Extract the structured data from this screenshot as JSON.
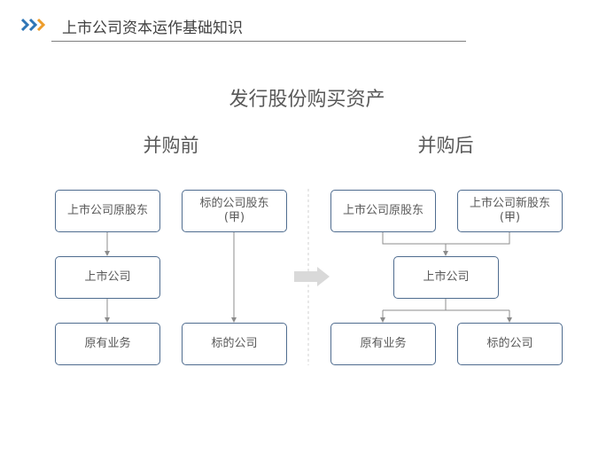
{
  "header": {
    "title": "上市公司资本运作基础知识",
    "chevron_colors": [
      "#2e75b6",
      "#2e75b6",
      "#ed9d2b"
    ]
  },
  "main_title": "发行股份购买资产",
  "before": {
    "title": "并购前",
    "boxes": {
      "shareholders": "上市公司原股东",
      "target_shareholder": "标的公司股东\n(甲)",
      "listed_company": "上市公司",
      "original_business": "原有业务",
      "target_company": "标的公司"
    }
  },
  "after": {
    "title": "并购后",
    "boxes": {
      "original_shareholders": "上市公司原股东",
      "new_shareholder": "上市公司新股东\n(甲)",
      "listed_company": "上市公司",
      "original_business": "原有业务",
      "target_company": "标的公司"
    }
  },
  "colors": {
    "box_border": "#4f6c8f",
    "connector": "#8c8c8c",
    "arrow": "#d9d9d9",
    "divider": "#d0d0d0"
  }
}
